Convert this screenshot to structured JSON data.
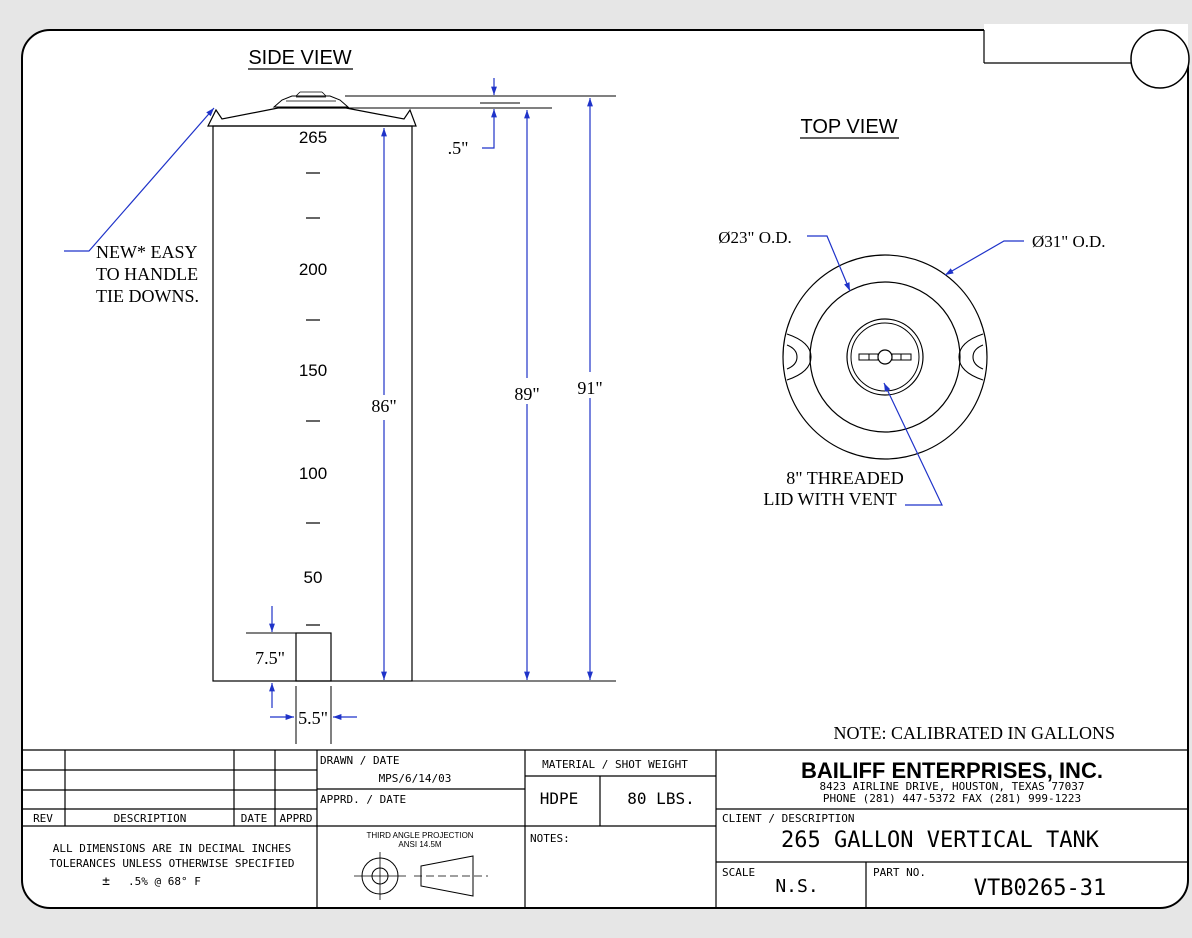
{
  "side_view": {
    "title": "SIDE VIEW",
    "graduations": [
      "265",
      "200",
      "150",
      "100",
      "50"
    ],
    "tie_down_note": [
      "NEW* EASY",
      "TO HANDLE",
      "TIE DOWNS."
    ],
    "dim_lid": ".5\"",
    "dim_86": "86\"",
    "dim_89": "89\"",
    "dim_91": "91\"",
    "dim_outlet_height": "7.5\"",
    "dim_outlet_width": "5.5\""
  },
  "top_view": {
    "title": "TOP VIEW",
    "inner_od": "Ø23\" O.D.",
    "outer_od": "Ø31\" O.D.",
    "lid_note": [
      "8\" THREADED",
      "LID WITH VENT"
    ]
  },
  "note": "NOTE: CALIBRATED IN GALLONS",
  "title_block": {
    "rev_header": "REV",
    "description_header": "DESCRIPTION",
    "date_header": "DATE",
    "apprd_header": "APPRD",
    "drawn_label": "DRAWN  /  DATE",
    "drawn_value": "MPS/6/14/03",
    "apprd_label": "APPRD.  /  DATE",
    "dimensions_note": [
      "ALL DIMENSIONS ARE IN DECIMAL INCHES",
      "TOLERANCES UNLESS OTHERWISE SPECIFIED"
    ],
    "tolerance_symbol": "±",
    "tolerance": ".5% @ 68° F",
    "projection_title": [
      "THIRD ANGLE PROJECTION",
      "ANSI 14.5M"
    ],
    "material_label": "MATERIAL  /  SHOT WEIGHT",
    "material": "HDPE",
    "weight": "80  LBS.",
    "notes_label": "NOTES:",
    "company": "BAILIFF ENTERPRISES, INC.",
    "address": "8423 AIRLINE DRIVE, HOUSTON, TEXAS  77037",
    "phone": "PHONE  (281) 447-5372     FAX    (281) 999-1223",
    "client_label": "CLIENT / DESCRIPTION",
    "description": "265  GALLON  VERTICAL  TANK",
    "scale_label": "SCALE",
    "scale": "N.S.",
    "part_label": "PART NO.",
    "part_no": "VTB0265-31"
  }
}
